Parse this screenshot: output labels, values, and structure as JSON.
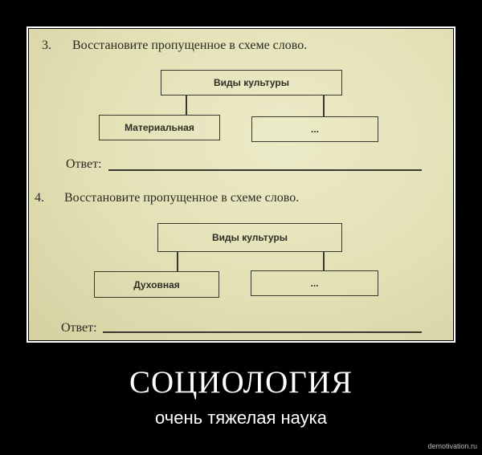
{
  "photo": {
    "questions": [
      {
        "number": "3.",
        "text": "Восстановите пропущенное в схеме слово.",
        "root": "Виды культуры",
        "left": "Материальная",
        "right": "...",
        "answer_label": "Ответ:"
      },
      {
        "number": "4.",
        "text": "Восстановите пропущенное в схеме слово.",
        "root": "Виды культуры",
        "left": "Духовная",
        "right": "...",
        "answer_label": "Ответ:"
      }
    ]
  },
  "title": "СОЦИОЛОГИЯ",
  "subtitle": "очень тяжелая наука",
  "watermark": "demotivation.ru"
}
